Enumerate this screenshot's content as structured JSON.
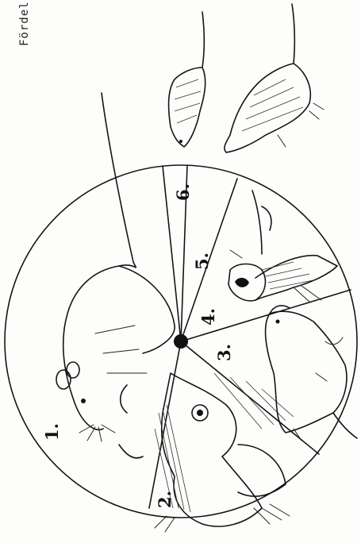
{
  "caption": "Fördel",
  "colors": {
    "ink": "#151515",
    "paper": "#fdfdfb"
  },
  "sectors": [
    {
      "id": "1",
      "label": "1."
    },
    {
      "id": "2",
      "label": "2."
    },
    {
      "id": "3",
      "label": "3."
    },
    {
      "id": "4",
      "label": "4."
    },
    {
      "id": "5",
      "label": "5."
    },
    {
      "id": "6",
      "label": "6."
    }
  ],
  "illustrations": [
    "mouse",
    "frog",
    "rat",
    "bird",
    "shrew-upper",
    "shrew-lower"
  ]
}
